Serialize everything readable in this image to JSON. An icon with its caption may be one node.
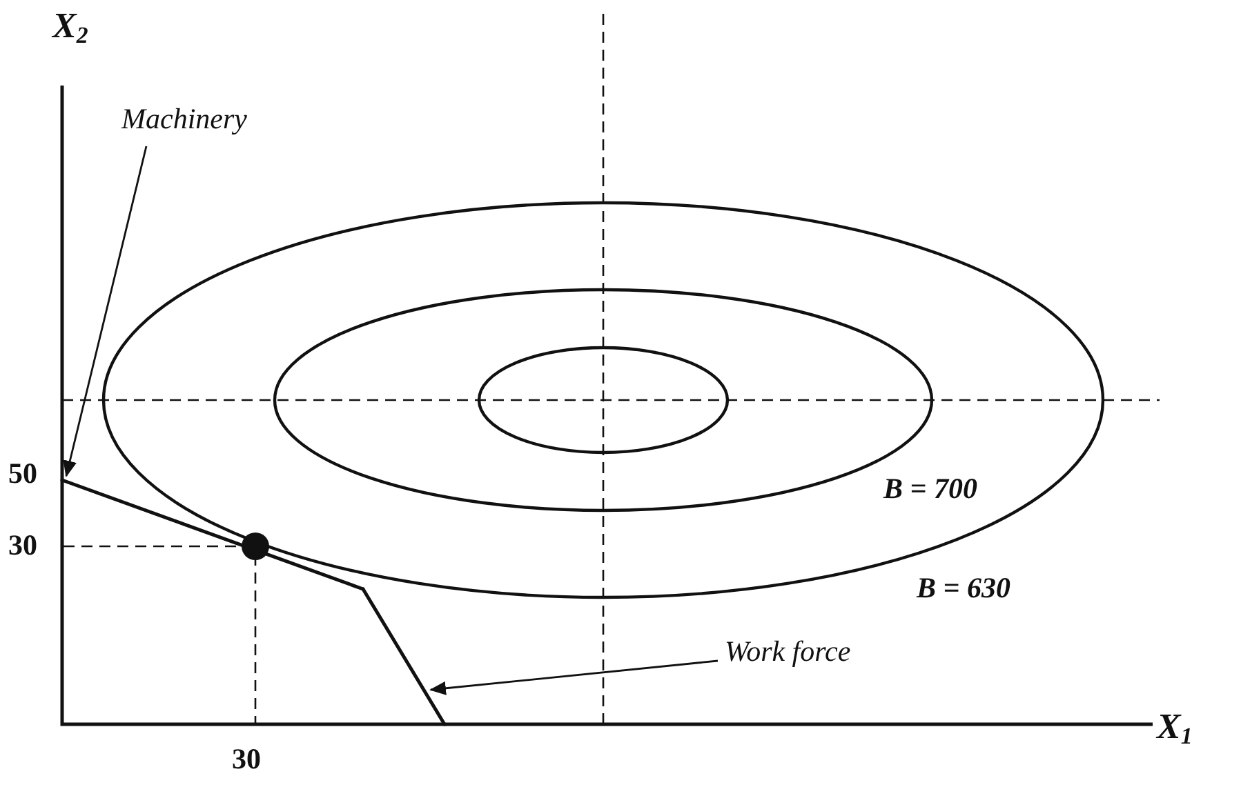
{
  "diagram": {
    "nodes": [
      {
        "text": [
          "Machinery"
        ]
      },
      {
        "text": [],
        "shape": "line"
      },
      {
        "text": [
          "Work force"
        ]
      },
      {
        "text": [],
        "shape": "line"
      }
    ],
    "edges": [
      {
        "from": 0,
        "to": 1,
        "arrow": "to"
      },
      {
        "from": 2,
        "to": 3,
        "arrow": "to"
      }
    ],
    "labels": [
      "X$_{2}$",
      "50",
      "30",
      "B = 700",
      "B = 630",
      "X$_{1}$",
      "30"
    ]
  }
}
